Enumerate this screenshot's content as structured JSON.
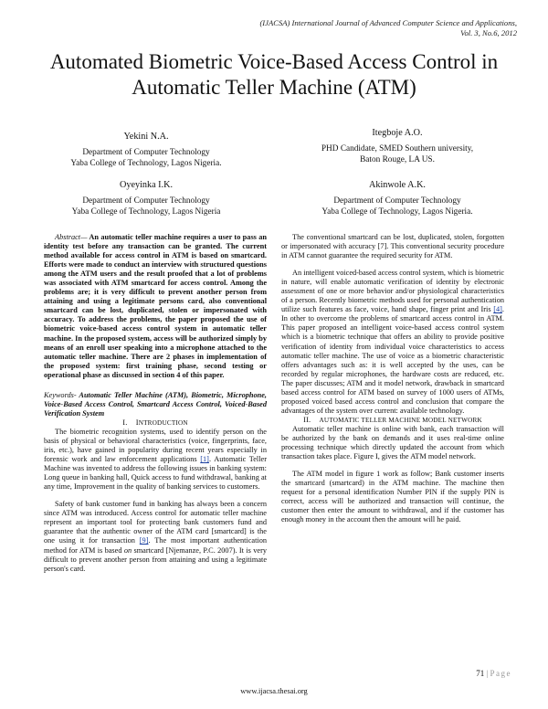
{
  "header": {
    "line1": "(IJACSA) International Journal of Advanced Computer Science and Applications,",
    "line2": "Vol. 3, No.6, 2012"
  },
  "title": "Automated Biometric Voice-Based Access Control in Automatic Teller Machine (ATM)",
  "authors": [
    {
      "name": "Yekini N.A.",
      "l1": "Department of Computer Technology",
      "l2": "Yaba College of Technology, Lagos Nigeria."
    },
    {
      "name": "Itegboje A.O.",
      "l1": "PHD Candidate, SMED Southern university,",
      "l2": "Baton Rouge, LA US."
    },
    {
      "name": "Oyeyinka I.K.",
      "l1": "Department of Computer Technology",
      "l2": "Yaba College of Technology, Lagos Nigeria"
    },
    {
      "name": "Akinwole A.K.",
      "l1": "Department of Computer Technology",
      "l2": "Yaba College of Technology, Lagos Nigeria."
    }
  ],
  "abstract": {
    "label": "Abstract—",
    "text": " An automatic teller machine requires a user to pass an identity test before any transaction can be granted. The current method available for access control in ATM is based on smartcard. Efforts were made to conduct an interview with structured questions among the ATM users and the result proofed that a lot of problems was associated with ATM smartcard for access control. Among the problems are; it is very difficult to prevent another person from attaining and using a legitimate persons card, also conventional smartcard can be lost, duplicated, stolen or impersonated with accuracy.  To address the problems, the paper proposed the use of biometric voice-based access control system in automatic teller machine. In the proposed system, access will be authorized simply by means of an enroll user speaking into a microphone attached to the automatic teller machine. There are 2 phases in implementation of the proposed system: first training phase, second testing or operational phase as discussed in section 4 of this paper."
  },
  "keywords": {
    "label": "Keywords-",
    "text": " Automatic Teller Machine (ATM), Biometric, Microphone, Voice-Based Access Control, Smartcard Access Control, Voiced-Based Verification System"
  },
  "sec1": {
    "num": "I.",
    "first": "I",
    "rest": "ntroduction"
  },
  "left_paras": {
    "p1a": "The biometric recognition systems, used to identify person on the basis of physical or behavioral characteristics (voice, fingerprints, face, iris, etc.), have gained in popularity during recent years especially in forensic work and law enforcement applications ",
    "p1ref": "[1]",
    "p1b": ". Automatic Teller Machine was invented to address the following issues in banking system: Long queue in banking hall, Quick access to fund withdrawal, banking at any time, Improvement in the quality of banking services to customers.",
    "p2a": "Safety of bank customer fund in banking has always been a concern since ATM was introduced. Access control for automatic teller machine represent an important tool for protecting bank customers fund and guarantee that the authentic owner of the ATM card [smartcard] is the one using it for transaction ",
    "p2ref": "[9]",
    "p2b": ". The most important authentication method for ATM is based ",
    "p2em": "on",
    "p2c": " smartcard [Njemanze, P.C. 2007). It is very difficult to prevent another person from attaining and using a legitimate person's card."
  },
  "right_paras": {
    "p1": "The conventional smartcard can be lost, duplicated, stolen, forgotten or impersonated with accuracy [7]. This conventional security procedure in ATM cannot guarantee the required security for ATM.",
    "p2a": "An intelligent voiced-based access control system, which is biometric in nature, will enable automatic verification of identity by electronic assessment of one or more behavior and/or physiological characteristics of a person. Recently biometric methods used for personal authentication utilize such features as face, voice, hand shape, finger print and Iris ",
    "p2ref": "[4]",
    "p2b": ". In other to overcome the problems of smartcard access control in ATM. This paper proposed an intelligent voice-based access control system which is a biometric technique that offers an ability to provide positive verification of identity from individual voice characteristics to access automatic teller machine. The use of voice as a biometric characteristic offers advantages such as: it is well accepted by the uses, can be recorded by regular microphones, the hardware costs are reduced, etc. The paper discusses; ATM and it model network, drawback in smartcard based access control for ATM based on survey of 1000 users of ATMs, proposed voiced based access control and conclusion that compare the advantages of the system over current: available technology.",
    "p3": "Automatic teller machine is online with bank, each transaction will be authorized by the bank on demands and it uses real-time online processing technique which directly updated the account from which transaction takes place. Figure I, gives the ATM model network.",
    "p4": "The ATM model in figure 1 work as follow; Bank customer inserts the smartcard (smartcard) in the ATM machine. The machine then request for a personal identification Number PIN if the supply PIN is correct, access will be authorized and transaction will continue, the customer then enter the amount to withdrawal, and if the customer has enough money in the account then the amount will he paid."
  },
  "sec2": {
    "num": "II.",
    "title": "Automatic Teller Machine Model Network"
  },
  "footer": {
    "page": "71",
    "sep": "|",
    "page_word": "Page",
    "url": "www.ijacsa.thesai.org"
  }
}
